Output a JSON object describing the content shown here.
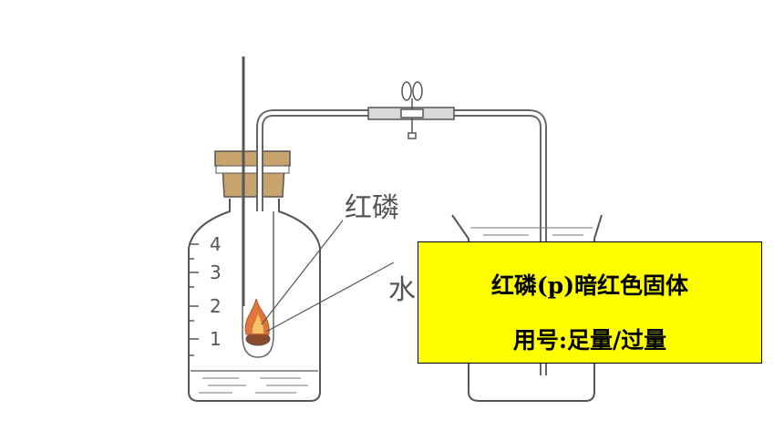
{
  "labels": {
    "red_phosphorus": "红磷",
    "water": "水"
  },
  "scale_marks": [
    "4",
    "3",
    "2",
    "1"
  ],
  "note": {
    "line1": "红磷(p)暗红色固体",
    "line2": "用号:足量/过量"
  },
  "colors": {
    "note_background": "#ffff00",
    "outline": "#555555",
    "flame": "#e0773a"
  }
}
